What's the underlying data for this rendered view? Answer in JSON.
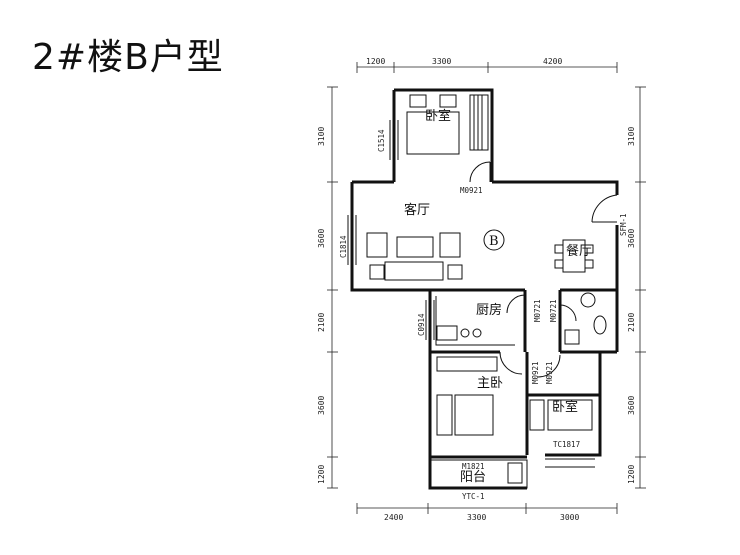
{
  "title": "2#楼B户型",
  "dims_top": [
    "1200",
    "3300",
    "4200"
  ],
  "dims_bottom": [
    "2400",
    "3300",
    "3000"
  ],
  "dims_left": [
    "3100",
    "3600",
    "2100",
    "3600",
    "1200"
  ],
  "dims_right": [
    "3100",
    "3600",
    "2100",
    "3600",
    "1200"
  ],
  "rooms": {
    "bedroom_top": "卧室",
    "living": "客厅",
    "dining": "餐厅",
    "kitchen": "厨房",
    "master": "主卧",
    "bedroom2": "卧室",
    "balcony": "阳台"
  },
  "unit_mark": "B",
  "codes": {
    "c1514": "C1514",
    "m0921_top": "M0921",
    "c1814": "C1814",
    "sfm": "SFM-1",
    "c0914": "C0914",
    "m0721_a": "M0721",
    "m0721_b": "M0721",
    "m0921_a": "M0921",
    "m0921_b": "M0921",
    "tc1817": "TC1817",
    "m1821": "M1821",
    "ytc": "YTC-1"
  }
}
